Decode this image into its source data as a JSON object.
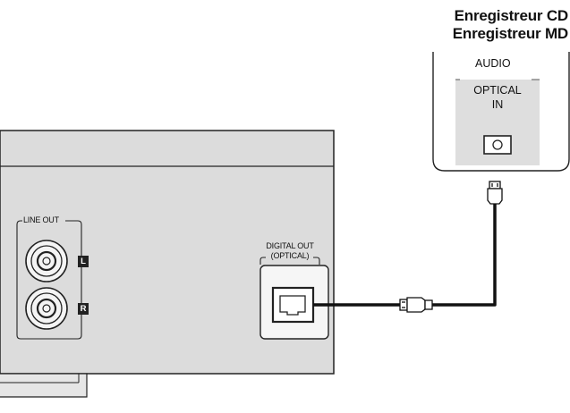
{
  "recorder": {
    "title_line1": "Enregistreur CD",
    "title_line2": "Enregistreur MD",
    "group_label": "AUDIO",
    "input_line1": "OPTICAL",
    "input_line2": "IN"
  },
  "player_panel": {
    "line_out_label": "LINE OUT",
    "left_badge": "L",
    "right_badge": "R",
    "digital_out_line1": "DIGITAL OUT",
    "digital_out_line2": "(OPTICAL)"
  },
  "colors": {
    "panel_fill": "#dcdcdc",
    "panel_stroke": "#222222",
    "recorder_inner_fill": "#dedede",
    "cable": "#111111"
  }
}
